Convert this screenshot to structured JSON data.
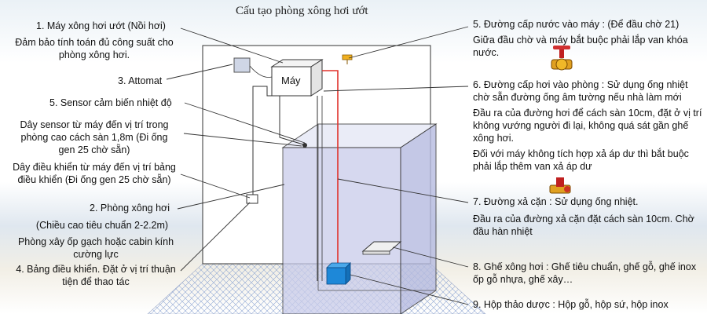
{
  "title": "Cấu tạo phòng xông hơi ướt",
  "machine_label": "Máy",
  "left": {
    "l1": "1.    Máy xông hơi ướt (Nồi hơi)",
    "l1_d1": "Đảm bảo tính toán đủ công suất cho",
    "l1_d2": "phòng xông hơi.",
    "l3": "3. Attomat",
    "l5": "5. Sensor cảm biến nhiệt độ",
    "ds1": "Dây sensor từ máy đến vị trí trong",
    "ds2": "phòng cao cách sàn 1,8m (Đi ống",
    "ds3": "gen 25 chờ sẵn)",
    "dk1": "Dây điều khiển từ máy đến vị trí bảng",
    "dk2": "điều khiển (Đi ống gen 25 chờ sẵn)",
    "l2": "2. Phòng xông hơi",
    "l2_d1": "(Chiều cao tiêu chuẩn 2-2.2m)",
    "l2_d2": "Phòng xây ốp gạch hoặc cabin kính",
    "l2_d3": "cường lực",
    "l4_1": "4. Bảng điều khiển. Đặt ở vị trí thuận",
    "l4_2": "tiện để thao tác"
  },
  "right": {
    "r5": "5. Đường cấp nước vào máy : (Để đầu chờ 21)",
    "r5_d1": "Giữa đầu chờ và máy bắt buộc phải lắp van khóa",
    "r5_d2": "nước.",
    "r6_1": "6. Đường cấp hơi vào phòng : Sử dụng ống nhiệt",
    "r6_2": "chờ sẵn đường ống âm tường nếu nhà làm mới",
    "r6_d1": "Đầu ra của đường hơi để cách sàn 10cm, đặt ở vị trí",
    "r6_d2": "không vướng người đi lại, không quá sát gần ghế",
    "r6_d3": "xông hơi.",
    "r6_d4": "Đối với máy không tích hợp xả áp dư thì bắt buộc",
    "r6_d5": "phải lắp thêm van xả áp dư",
    "r7": "7. Đường xả cặn : Sử dụng ống nhiệt.",
    "r7_d1": "Đầu ra của đường xả cặn đặt cách sàn 10cm. Chờ",
    "r7_d2": "đầu hàn nhiệt",
    "r8_1": "8. Ghế xông hơi : Ghế tiêu chuẩn, ghế gỗ, ghế inox",
    "r8_2": "ốp gỗ nhựa, ghế xây…",
    "r9": "9. Hộp thảo dược : Hộp gỗ, hộp sứ, hộp inox"
  },
  "colors": {
    "wall": "#ffffff",
    "room_glass": "#c9ccea",
    "water_pipe": "#e0302a",
    "herb_box": "#1e88d8",
    "floor_grid": "#8fa7d4",
    "valve": "#f0b020"
  }
}
